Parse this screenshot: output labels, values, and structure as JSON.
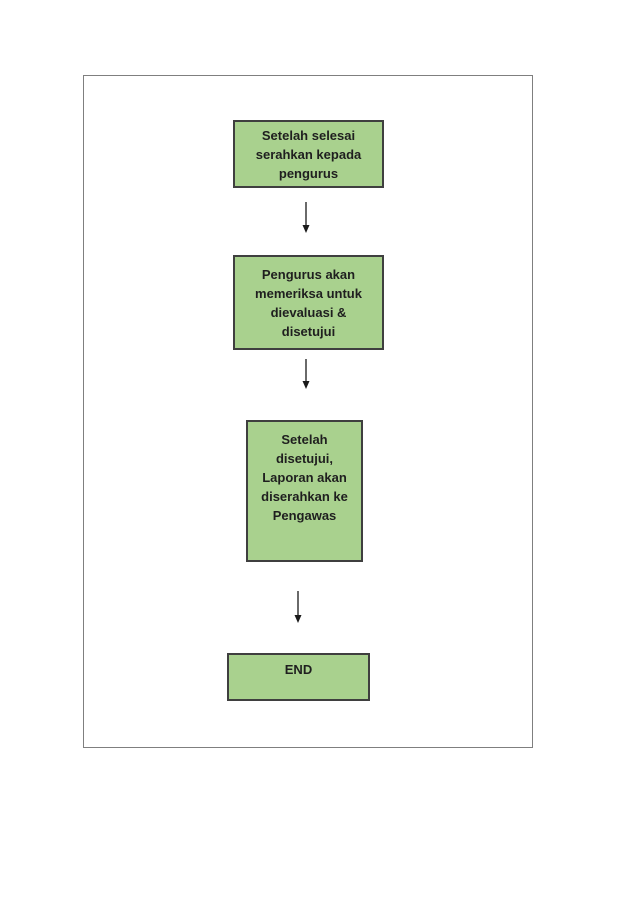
{
  "document": {
    "background": "#ffffff",
    "page_border_color": "#7f7f7f"
  },
  "flowchart": {
    "colors": {
      "box_fill": "#a9d18e",
      "box_border": "#3f3f3f",
      "text": "#1f1f1f",
      "arrow": "#1a1a1a"
    },
    "nodes": [
      {
        "id": "step-1",
        "label": "Setelah selesai serahkan kepada pengurus"
      },
      {
        "id": "step-2",
        "label": "Pengurus akan memeriksa untuk dievaluasi & disetujui"
      },
      {
        "id": "step-3",
        "label": "Setelah disetujui, Laporan akan diserahkan ke Pengawas"
      },
      {
        "id": "step-end",
        "label": "END"
      }
    ]
  }
}
